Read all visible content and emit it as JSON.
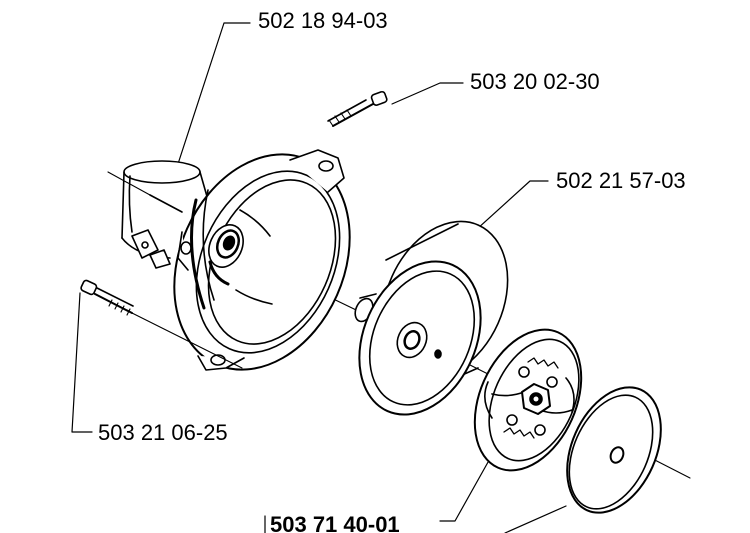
{
  "parts": [
    {
      "id": "clutch-housing",
      "number": "502 18 94-03"
    },
    {
      "id": "housing-screw",
      "number": "503 20 02-30"
    },
    {
      "id": "clutch-drum",
      "number": "502 21 57-03"
    },
    {
      "id": "mounting-screw",
      "number": "503 21 06-25"
    },
    {
      "id": "clutch-assembly",
      "number": "503 71 40-01"
    }
  ]
}
